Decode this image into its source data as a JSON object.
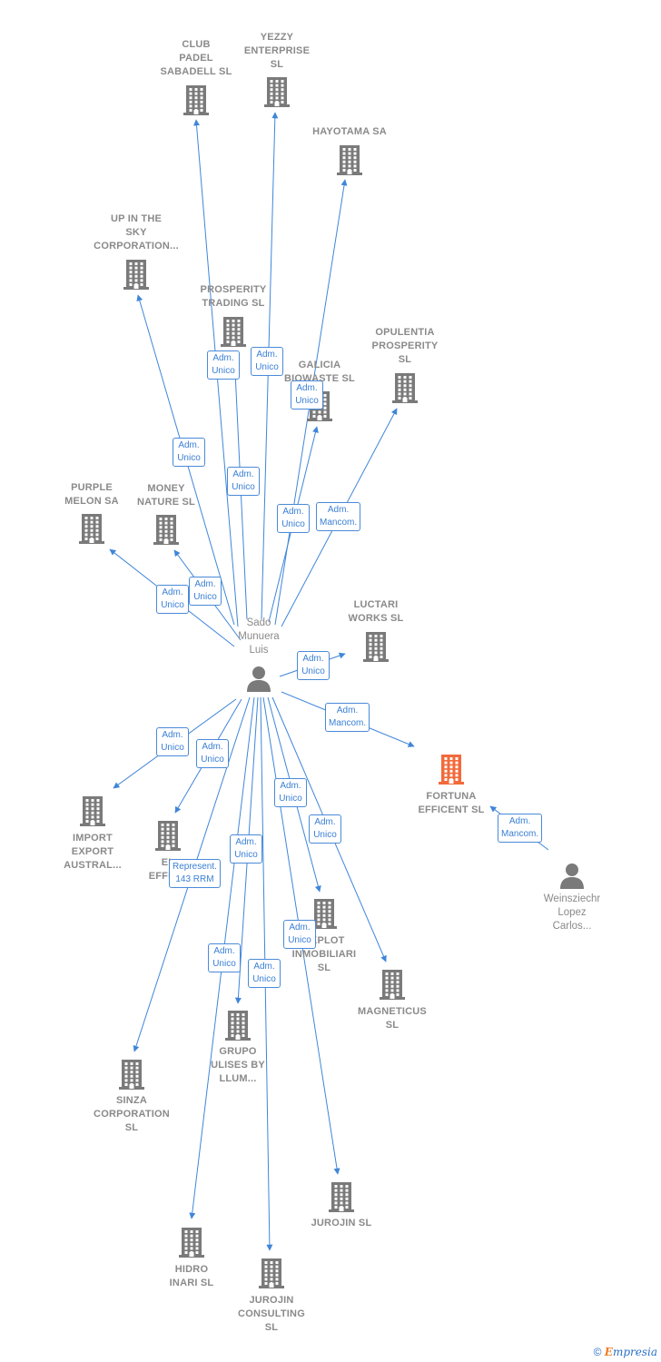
{
  "colors": {
    "edge": "#3f86d9",
    "building": "#7a7a7a",
    "highlight": "#f26a3b",
    "person": "#7a7a7a"
  },
  "center": {
    "id": "sado",
    "label": "Sado\nMunuera\nLuis",
    "icon": "person-icon"
  },
  "side_person": {
    "id": "weins",
    "label": "Weinsziechr\nLopez\nCarlos...",
    "icon": "person-icon"
  },
  "companies": [
    {
      "id": "club_padel",
      "label": "CLUB\nPADEL\nSABADELL  SL",
      "highlight": false
    },
    {
      "id": "yezzy",
      "label": "YEZZY\nENTERPRISE\nSL",
      "highlight": false
    },
    {
      "id": "hayotama",
      "label": "HAYOTAMA SA",
      "highlight": false
    },
    {
      "id": "up_sky",
      "label": "UP IN THE\nSKY\nCORPORATION...",
      "highlight": false
    },
    {
      "id": "prosperity",
      "label": "PROSPERITY\nTRADING  SL",
      "highlight": false
    },
    {
      "id": "galicia",
      "label": "GALICIA\nBIOWASTE  SL",
      "highlight": false
    },
    {
      "id": "opulentia",
      "label": "OPULENTIA\nPROSPERITY\nSL",
      "highlight": false
    },
    {
      "id": "purple",
      "label": "PURPLE\nMELON SA",
      "highlight": false
    },
    {
      "id": "money",
      "label": "MONEY\nNATURE  SL",
      "highlight": false
    },
    {
      "id": "luctari",
      "label": "LUCTARI\nWORKS  SL",
      "highlight": false
    },
    {
      "id": "fortuna",
      "label": "FORTUNA\nEFFICENT  SL",
      "highlight": true
    },
    {
      "id": "import",
      "label": "IMPORT\nEXPORT\nAUSTRAL...",
      "highlight": false
    },
    {
      "id": "el_effic",
      "label": "EL\nEFFIC...",
      "highlight": false
    },
    {
      "id": "explot",
      "label": "EXPLOT\nINMOBILIARI\nSL",
      "highlight": false
    },
    {
      "id": "magneticus",
      "label": "MAGNETICUS\nSL",
      "highlight": false
    },
    {
      "id": "grupo",
      "label": "GRUPO\nULISES BY\nLLUM...",
      "highlight": false
    },
    {
      "id": "sinza",
      "label": "SINZA\nCORPORATION\nSL",
      "highlight": false
    },
    {
      "id": "jurojin",
      "label": "JUROJIN  SL",
      "highlight": false
    },
    {
      "id": "hidro",
      "label": "HIDRO\nINARI  SL",
      "highlight": false
    },
    {
      "id": "jurojin_c",
      "label": "JUROJIN\nCONSULTING\nSL",
      "highlight": false
    }
  ],
  "edges": [
    {
      "from": "sado",
      "to": "club_padel",
      "label": "Adm.\nUnico"
    },
    {
      "from": "sado",
      "to": "yezzy",
      "label": "Adm.\nUnico"
    },
    {
      "from": "sado",
      "to": "hayotama",
      "label": "Adm.\nMancom."
    },
    {
      "from": "sado",
      "to": "up_sky",
      "label": "Adm.\nUnico"
    },
    {
      "from": "sado",
      "to": "prosperity",
      "label": "Adm.\nUnico"
    },
    {
      "from": "sado",
      "to": "galicia",
      "label": "Adm.\nUnico"
    },
    {
      "from": "sado",
      "to": "opulentia",
      "label": "Adm.\nUnico"
    },
    {
      "from": "sado",
      "to": "purple",
      "label": "Adm.\nUnico"
    },
    {
      "from": "sado",
      "to": "money",
      "label": "Adm.\nUnico"
    },
    {
      "from": "sado",
      "to": "luctari",
      "label": "Adm.\nUnico"
    },
    {
      "from": "sado",
      "to": "fortuna",
      "label": "Adm.\nMancom."
    },
    {
      "from": "weins",
      "to": "fortuna",
      "label": "Adm.\nMancom."
    },
    {
      "from": "sado",
      "to": "import",
      "label": "Adm.\nUnico"
    },
    {
      "from": "sado",
      "to": "el_effic",
      "label": "Adm.\nUnico"
    },
    {
      "from": "sado",
      "to": "explot",
      "label": "Adm.\nUnico"
    },
    {
      "from": "sado",
      "to": "magneticus",
      "label": "Adm.\nUnico"
    },
    {
      "from": "sado",
      "to": "grupo",
      "label": "Adm.\nUnico"
    },
    {
      "from": "sado",
      "to": "sinza",
      "label": "Represent.\n143 RRM"
    },
    {
      "from": "sado",
      "to": "jurojin",
      "label": "Adm.\nUnico"
    },
    {
      "from": "sado",
      "to": "hidro",
      "label": "Adm.\nUnico"
    },
    {
      "from": "sado",
      "to": "jurojin_c",
      "label": "Adm.\nUnico"
    }
  ],
  "footer": {
    "copyright": "©",
    "brand_initial": "E",
    "brand_rest": "mpresia"
  }
}
